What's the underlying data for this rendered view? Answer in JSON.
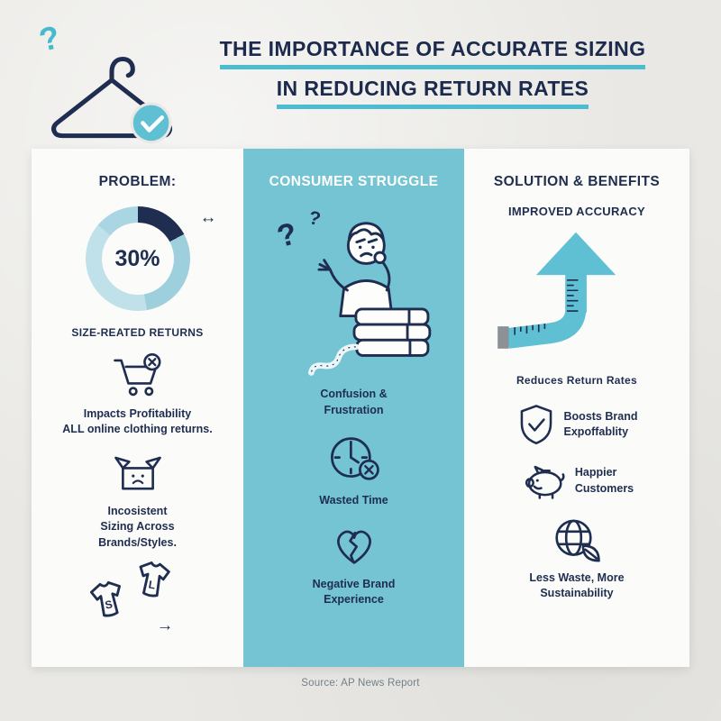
{
  "header": {
    "title_line1": "THE IMPORTANCE OF ACCURATE SIZING",
    "title_line2": "IN REDUCING RETURN RATES",
    "question_glyph": "?"
  },
  "problem": {
    "heading": "PROBLEM:",
    "donut": {
      "value": "30%",
      "percent": 30,
      "label": "SIZE-REATED RETURNS",
      "arrow_glyph": "↔"
    },
    "impact": {
      "line1": "Impacts Profitability",
      "line2": "ALL online clothing returns."
    },
    "inconsistent": {
      "line1": "Incosistent",
      "line2": "Sizing Across",
      "line3": "Brands/Styles."
    },
    "shirts": {
      "small_label": "S",
      "large_label": "L",
      "arrow_glyph": "→"
    }
  },
  "struggle": {
    "heading": "CONSUMER STRUGGLE",
    "question_glyph_large": "?",
    "question_glyph_small": "?",
    "confusion": {
      "line1": "Confusion &",
      "line2": "Frustration"
    },
    "wasted": "Wasted Time",
    "negative": {
      "line1": "Negative Brand",
      "line2": "Experience"
    }
  },
  "solution": {
    "heading": "SOLUTION & BENEFITS",
    "subheading": "IMPROVED ACCURACY",
    "reduces": "Reduces Return Rates",
    "boosts": {
      "line1": "Boosts Brand",
      "line2": "Expoffablity"
    },
    "happier": {
      "line1": "Happier",
      "line2": "Customers"
    },
    "sustainability": {
      "line1": "Less Waste, More",
      "line2": "Sustainability"
    }
  },
  "footer": {
    "source": "Source: AP News Report"
  },
  "colors": {
    "navy": "#1e2d50",
    "teal": "#5fc0d3",
    "teal_column": "#74c4d3",
    "ring_light": "#a9d6e2",
    "background": "#e9e8e4",
    "panel": "#fbfbf9",
    "source_gray": "#72808a"
  }
}
